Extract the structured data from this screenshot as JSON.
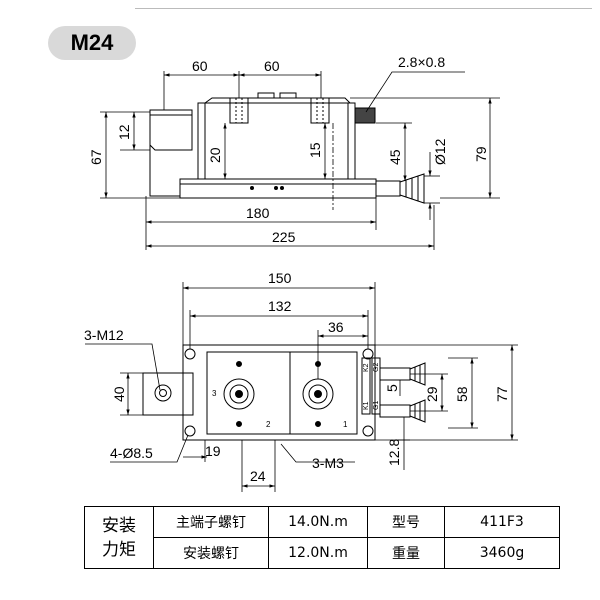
{
  "badge": "M24",
  "top_view": {
    "dims": {
      "w60a": "60",
      "w60b": "60",
      "slot": "2.8×0.8",
      "h12": "12",
      "h67": "67",
      "h20": "20",
      "h15": "15",
      "h45": "45",
      "d12": "Ø12",
      "h79": "79",
      "w180": "180",
      "w225": "225"
    }
  },
  "plan_view": {
    "dims": {
      "w150": "150",
      "w132": "132",
      "w36": "36",
      "m12": "3-M12",
      "h40": "40",
      "d85": "4-Ø8.5",
      "w19": "19",
      "w24": "24",
      "m3": "3-M3",
      "h5": "5",
      "h29": "29",
      "h58": "58",
      "h77": "77",
      "h128": "12.8"
    },
    "terminal_labels": {
      "k2": "K2",
      "g2": "G2",
      "k1": "K1",
      "g1": "G1",
      "n3": "3",
      "n2": "2",
      "n1": "1"
    }
  },
  "spec_table": {
    "torque_label": "安装\n力矩",
    "main_terminal_screw": "主端子螺钉",
    "main_terminal_torque": "14.0N.m",
    "model_label": "型号",
    "model_value": "411F3",
    "mount_screw": "安装螺钉",
    "mount_torque": "12.0N.m",
    "weight_label": "重量",
    "weight_value": "3460g"
  }
}
